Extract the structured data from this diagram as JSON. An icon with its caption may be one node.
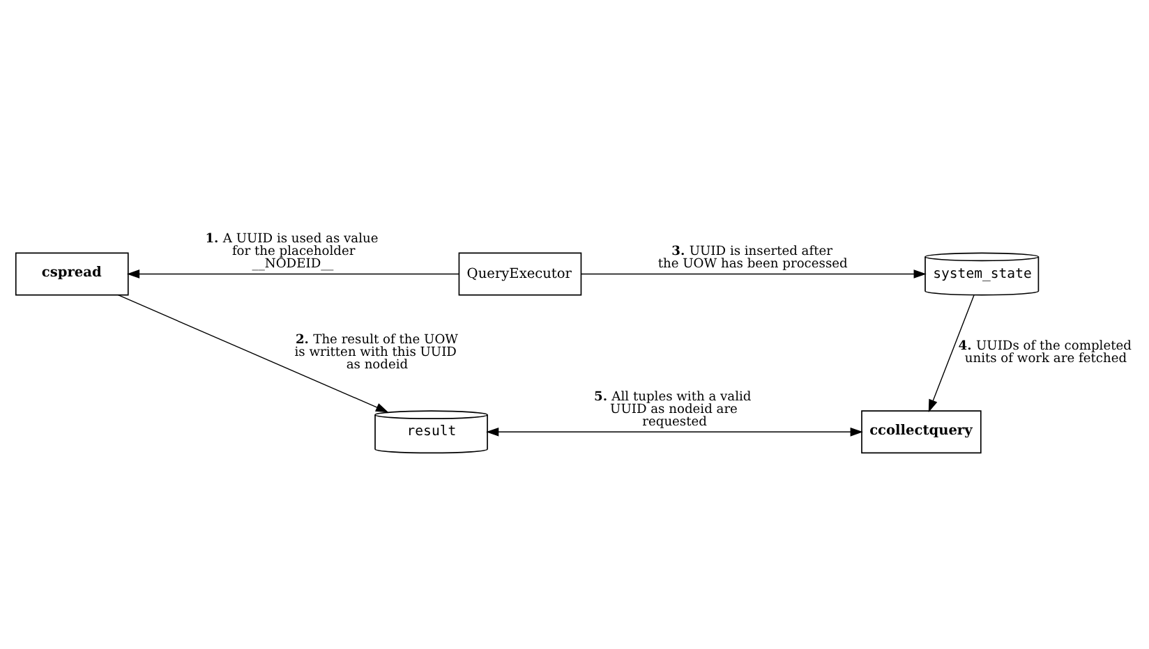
{
  "diagram": {
    "nodes": [
      {
        "text": [
          "QueryExecutor"
        ]
      },
      {
        "text": [
          "cspread"
        ]
      },
      {
        "text": [
          "system_state"
        ]
      },
      {
        "text": [
          "result"
        ]
      },
      {
        "text": [
          "ccollectquery"
        ]
      }
    ],
    "edges": [
      {
        "from": 0,
        "to": 1,
        "arrow": "to",
        "label": "**1.** A UUID is used as value for the placeholder __NODEID__"
      },
      {
        "from": 0,
        "to": 2,
        "arrow": "to",
        "label": "**3.** UUID is inserted after the UOW has been processed"
      },
      {
        "from": 1,
        "to": 3,
        "arrow": "to",
        "label": "**2.** The result of the UOW is written with this UUID as nodeid"
      },
      {
        "from": 2,
        "to": 4,
        "arrow": "to",
        "label": "**4.** UUIDs of the completed units of work are fetched"
      },
      {
        "from": 3,
        "to": 4,
        "arrow": "both",
        "label": "**5.** All tuples with a valid UUID as nodeid are requested"
      }
    ]
  }
}
